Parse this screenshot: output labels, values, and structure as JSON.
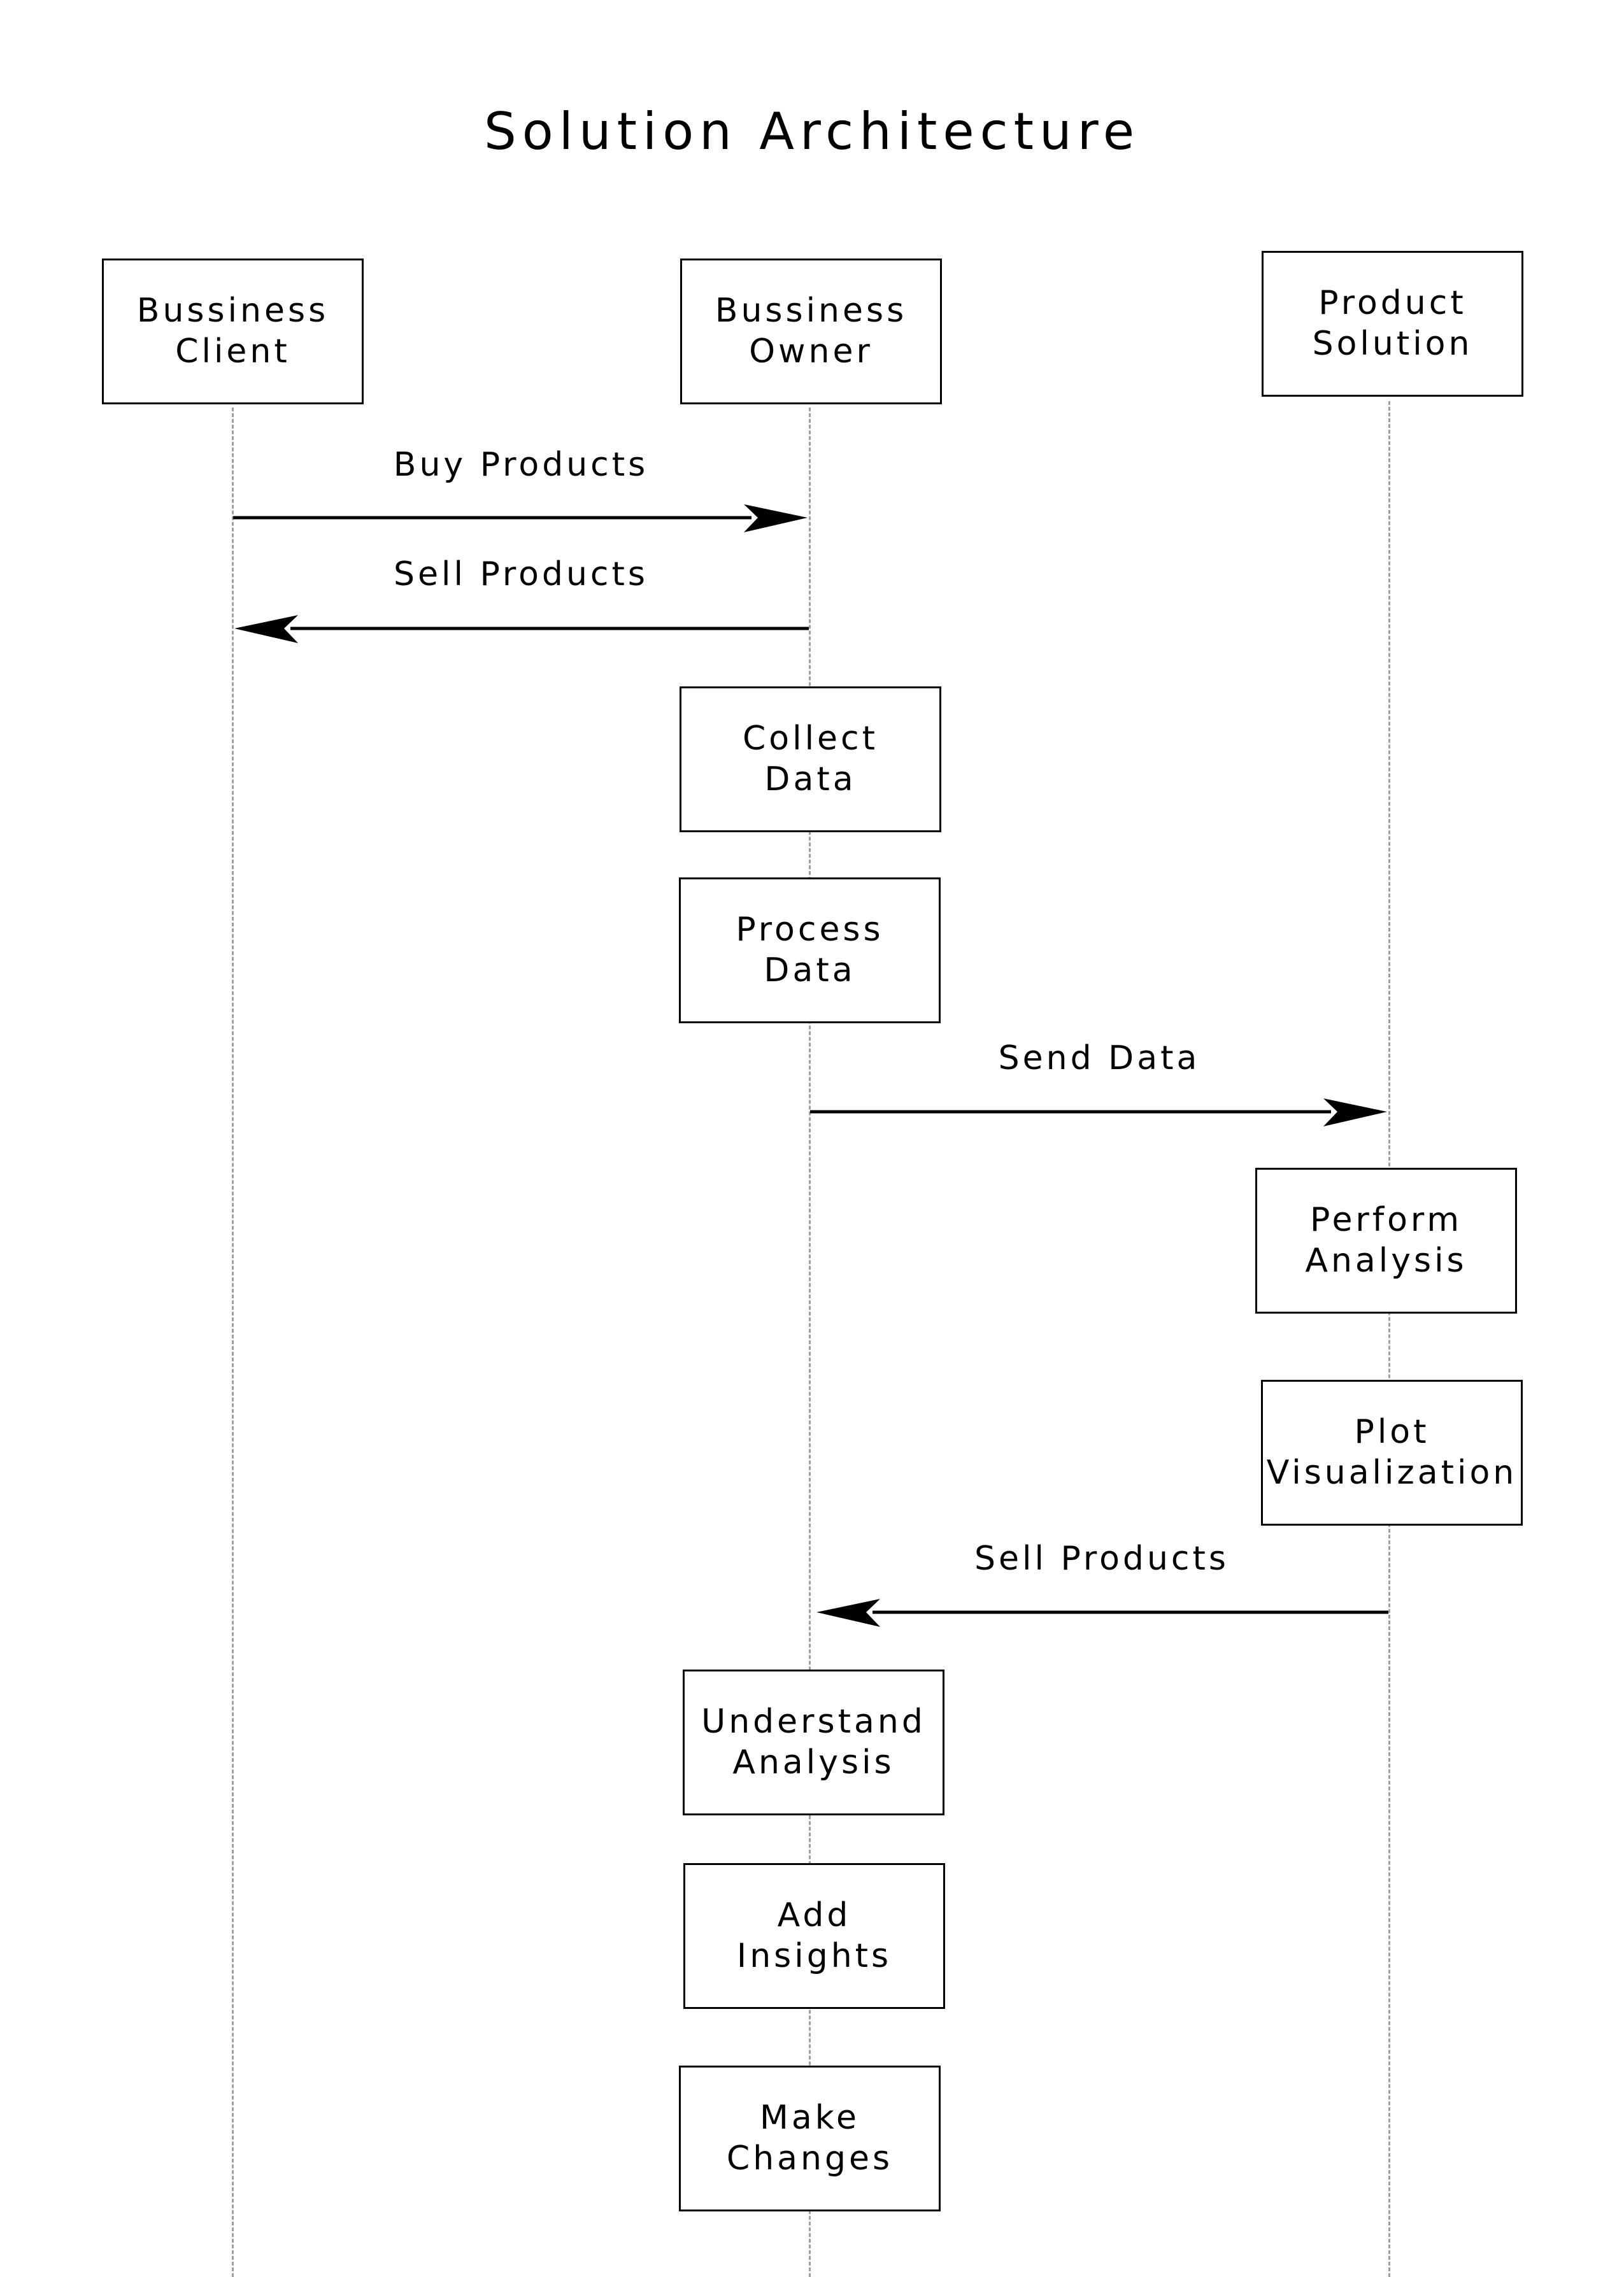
{
  "title": "Solution Architecture",
  "participants": [
    {
      "id": "client",
      "label": "Bussiness\nClient"
    },
    {
      "id": "owner",
      "label": "Bussiness\nOwner"
    },
    {
      "id": "product",
      "label": "Product\nSolution"
    }
  ],
  "messages": [
    {
      "label": "Buy Products",
      "from": "Bussiness Client",
      "to": "Bussiness Owner"
    },
    {
      "label": "Sell Products",
      "from": "Bussiness Owner",
      "to": "Bussiness Client"
    },
    {
      "label": "Send Data",
      "from": "Bussiness Owner",
      "to": "Product Solution"
    },
    {
      "label": "Sell Products",
      "from": "Product Solution",
      "to": "Bussiness Owner"
    }
  ],
  "activities": [
    {
      "label": "Collect\nData",
      "participant": "Bussiness Owner"
    },
    {
      "label": "Process\nData",
      "participant": "Bussiness Owner"
    },
    {
      "label": "Perform\nAnalysis",
      "participant": "Product Solution"
    },
    {
      "label": "Plot\nVisualization",
      "participant": "Product Solution"
    },
    {
      "label": "Understand\nAnalysis",
      "participant": "Bussiness Owner"
    },
    {
      "label": "Add\nInsights",
      "participant": "Bussiness Owner"
    },
    {
      "label": "Make\nChanges",
      "participant": "Bussiness Owner"
    }
  ]
}
